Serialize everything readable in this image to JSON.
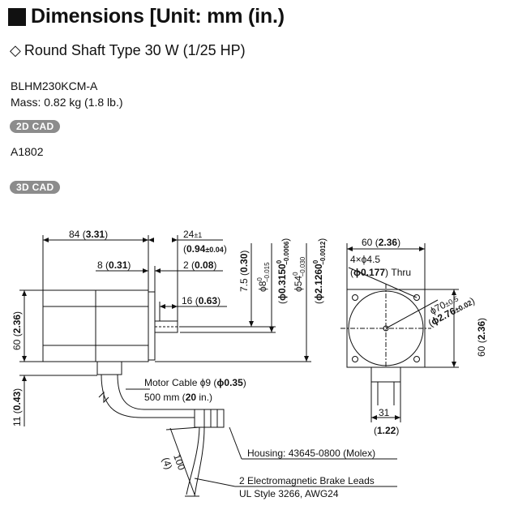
{
  "header": {
    "title": "Dimensions [Unit: mm (in.)"
  },
  "subtitle": {
    "marker": "◇",
    "text": "Round Shaft Type 30 W (1/25 HP)"
  },
  "product": {
    "model": "BLHM230KCM-A",
    "mass": "Mass: 0.82 kg (1.8 lb.)"
  },
  "cad": {
    "badge_2d": "2D CAD",
    "number": "A1802",
    "badge_3d": "3D CAD"
  },
  "drawing": {
    "len_84": "84",
    "len_84_in": "3.31",
    "len_24": "24",
    "len_24_tol": "±1",
    "len_24_in": "0.94",
    "len_24_in_tol": "±0.04",
    "len_8": "8",
    "len_8_in": "0.31",
    "len_2": "2",
    "len_2_in": "0.08",
    "len_16": "16",
    "len_16_in": "0.63",
    "h_60": "60",
    "h_60_in": "2.36",
    "h_11": "11",
    "h_11_in": "0.43",
    "v_7_5": "7.5",
    "v_7_5_in": "0.30",
    "v_phi8": "ϕ8",
    "v_phi8_tol_top": "0",
    "v_phi8_tol_bot": "−0.015",
    "v_phi8_in": "ϕ0.3150",
    "v_phi8_in_tol_top": "0",
    "v_phi8_in_tol_bot": "−0.0006",
    "v_phi54": "ϕ54",
    "v_phi54_tol_top": "0",
    "v_phi54_tol_bot": "−0.030",
    "v_phi54_in": "ϕ2.1260",
    "v_phi54_in_tol_top": "0",
    "v_phi54_in_tol_bot": "−0.0012",
    "motor_cable": "Motor Cable ϕ9 (",
    "motor_cable_in": "ϕ0.35",
    "cable_len": "500 mm (",
    "cable_len_in": "20",
    "cable_len_unit": " in.)",
    "housing": "Housing: 43645-0800 (Molex)",
    "brake_leads": "2 Electromagnetic Brake Leads",
    "brake_style": "UL Style 3266, AWG24",
    "lead_len": "100",
    "lead_len_in": "(4)",
    "front_w": "60",
    "front_w_in": "2.36",
    "holes": "4×ϕ4.5",
    "holes_in": "ϕ0.177",
    "holes_thru": " Thru",
    "pcd": "ϕ70",
    "pcd_tol": "±0.5",
    "pcd_in": "ϕ2.76",
    "pcd_in_tol": "±0.02",
    "front_h": "60",
    "front_h_in": "2.36",
    "box_31": "31",
    "box_31_in": "1.22"
  }
}
